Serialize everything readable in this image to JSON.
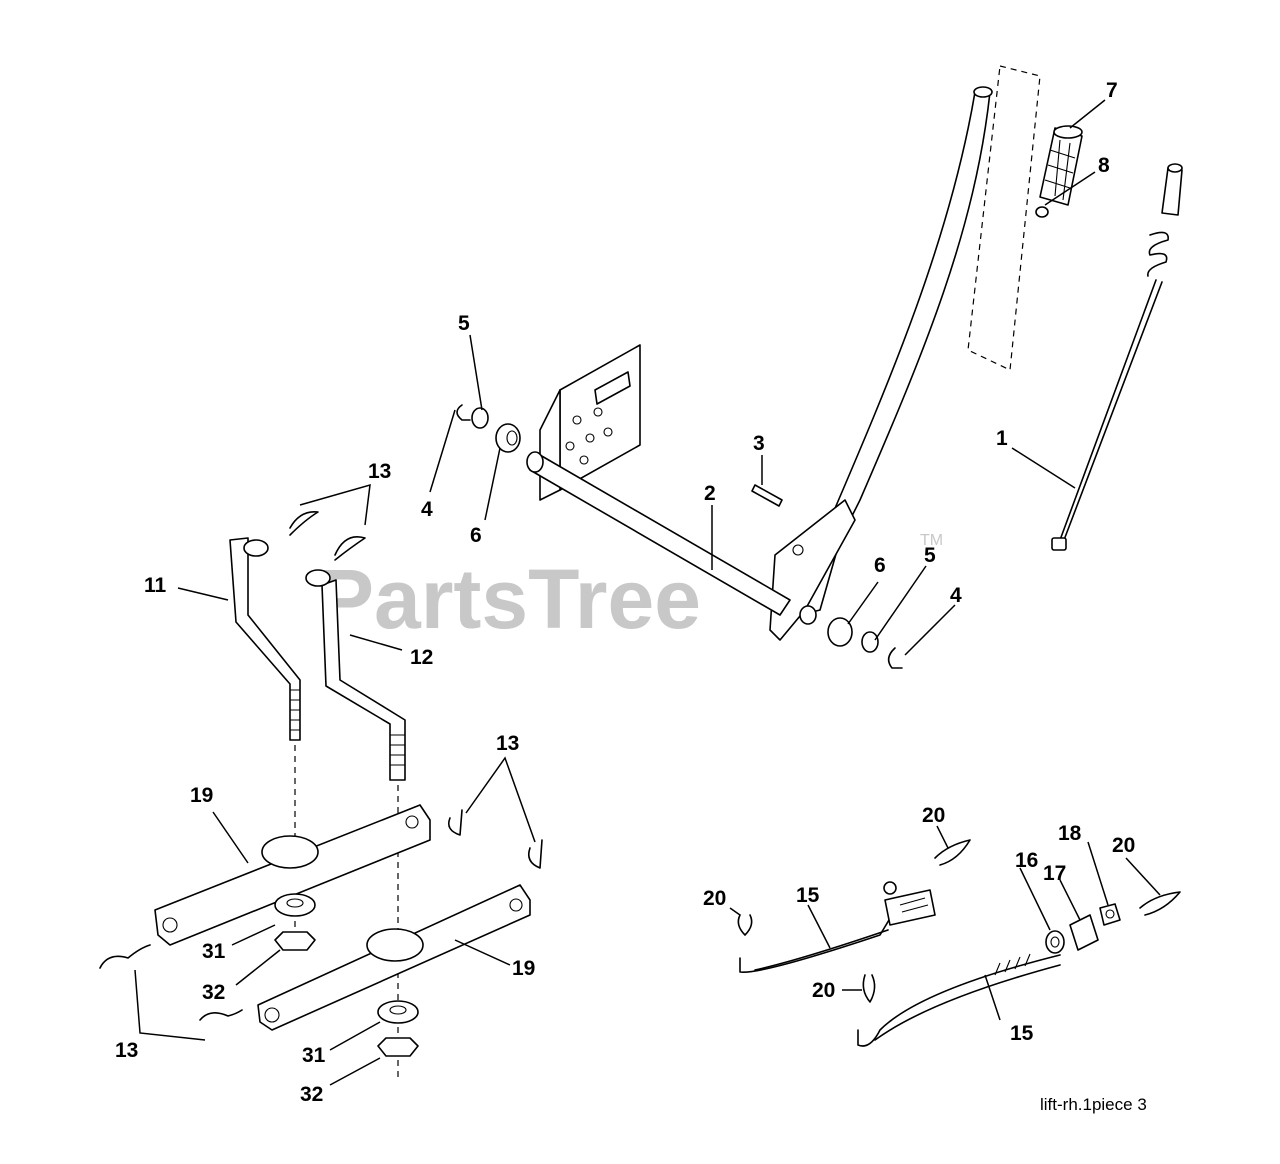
{
  "watermark": {
    "text": "PartsTree",
    "trademark": "TM"
  },
  "footer": {
    "caption": "lift-rh.1piece  3"
  },
  "callouts": [
    "1",
    "2",
    "3",
    "4",
    "4",
    "5",
    "5",
    "6",
    "6",
    "7",
    "8",
    "11",
    "12",
    "13",
    "13",
    "13",
    "15",
    "15",
    "16",
    "17",
    "18",
    "19",
    "19",
    "20",
    "20",
    "20",
    "20",
    "31",
    "31",
    "32",
    "32"
  ]
}
